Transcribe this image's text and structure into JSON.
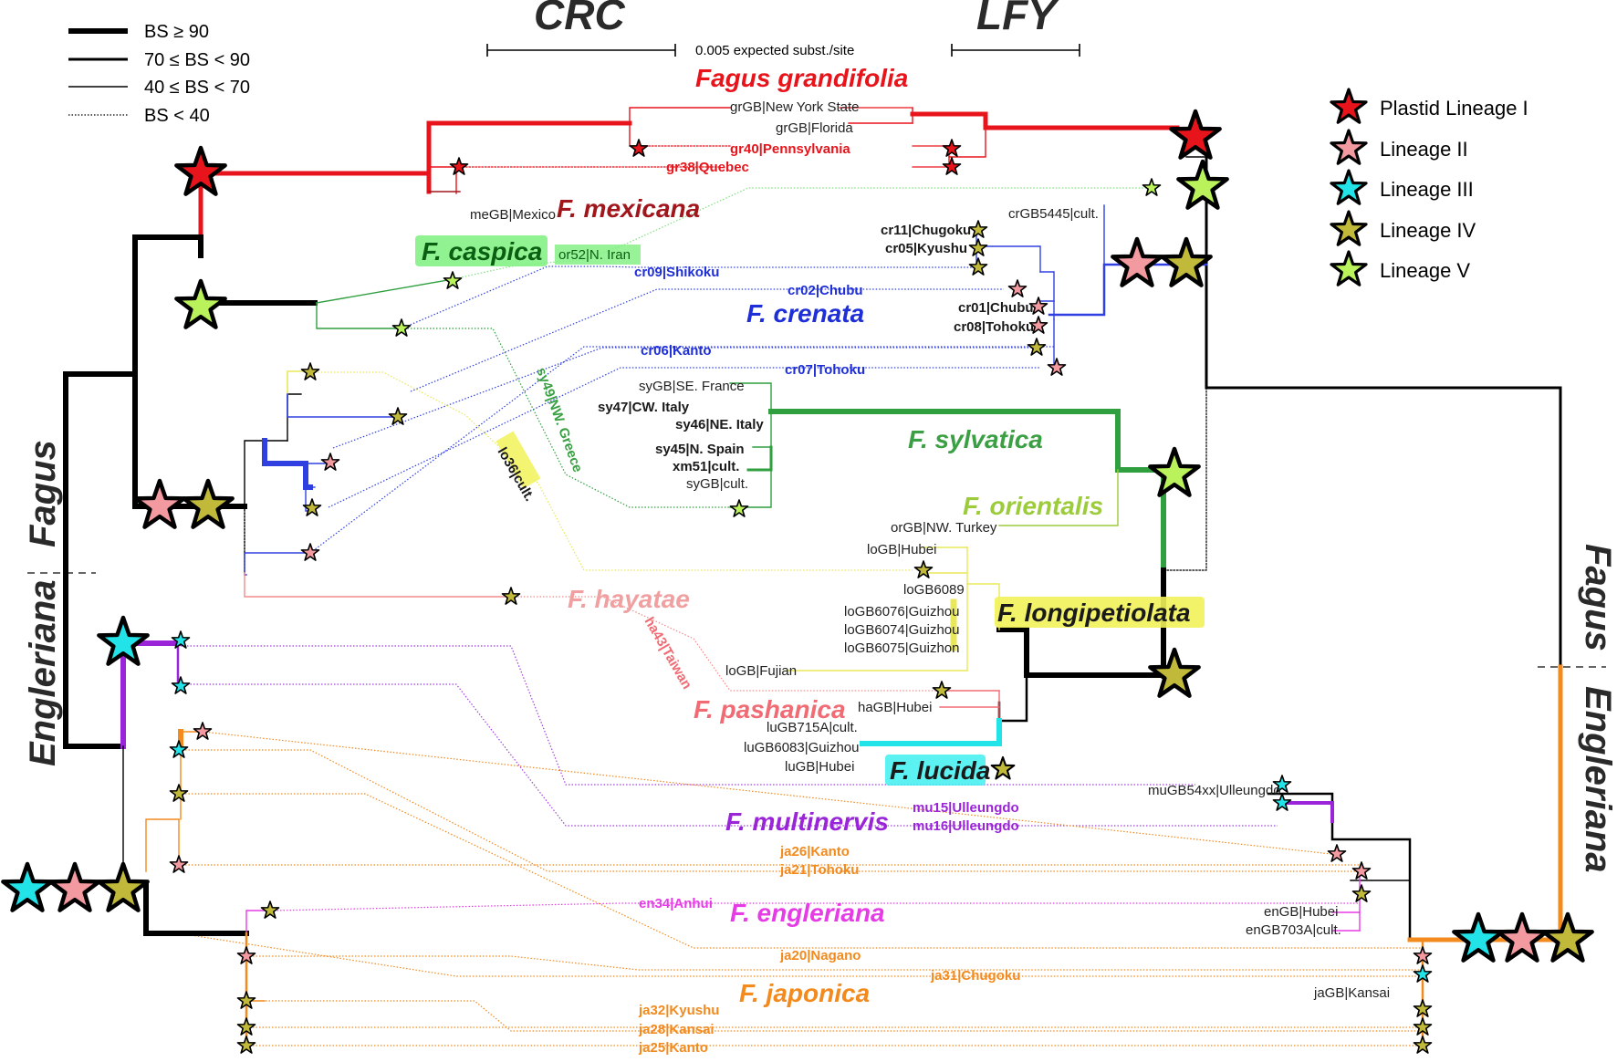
{
  "gene_titles": {
    "left": "CRC",
    "right": "LFY"
  },
  "scale_label": "0.005 expected subst./site",
  "bs_legend": [
    {
      "label": "BS ≥ 90",
      "style": "thick"
    },
    {
      "label": "70 ≤ BS < 90",
      "style": "medium"
    },
    {
      "label": "40 ≤ BS < 70",
      "style": "thin"
    },
    {
      "label": "BS < 40",
      "style": "dotted"
    }
  ],
  "lineage_legend": [
    {
      "label": "Plastid Lineage I",
      "color": "#e8141b"
    },
    {
      "label": "Lineage II",
      "color": "#f39aa0"
    },
    {
      "label": "Lineage III",
      "color": "#22e4e8"
    },
    {
      "label": "Lineage IV",
      "color": "#c0b93a"
    },
    {
      "label": "Lineage V",
      "color": "#b9f25a"
    }
  ],
  "subgenera": {
    "left_top": "Fagus",
    "left_bottom": "Engleriana",
    "right_top": "Fagus",
    "right_bottom": "Engleriana"
  },
  "species": {
    "grandifolia": {
      "name": "Fagus grandifolia",
      "color": "#e8141b"
    },
    "mexicana": {
      "name": "F. mexicana",
      "color": "#a0161c"
    },
    "caspica": {
      "name": "F. caspica",
      "color": "#0f9b1f"
    },
    "crenata": {
      "name": "F. crenata",
      "color": "#1f2fd8"
    },
    "sylvatica": {
      "name": "F. sylvatica",
      "color": "#3aa043"
    },
    "orientalis": {
      "name": "F. orientalis",
      "color": "#9ccb3c"
    },
    "hayatae": {
      "name": "F. hayatae",
      "color": "#f08c8c"
    },
    "longipetiolata": {
      "name": "F. longipetiolata",
      "color": "#1a1a1a"
    },
    "pashanica": {
      "name": "F. pashanica",
      "color": "#f06b73"
    },
    "lucida": {
      "name": "F. lucida",
      "color": "#1a1a1a"
    },
    "multinervis": {
      "name": "F. multinervis",
      "color": "#9a24d8"
    },
    "engleriana": {
      "name": "F. engleriana",
      "color": "#e63ce6"
    },
    "japonica": {
      "name": "F. japonica",
      "color": "#f28a1e"
    }
  },
  "crc_labels": {
    "or52": "or52|N. Iran",
    "sy49": "sy49|NW. Greece",
    "lo36": "lo36|cult.",
    "ha43": "ha43|Taiwan",
    "cr09": "cr09|Shikoku",
    "cr02": "cr02|Chubu",
    "cr06": "cr06|Kanto",
    "cr07": "cr07|Tohoku",
    "en34": "en34|Anhui",
    "meGB": "meGB|Mexico"
  },
  "lfy_labels": {
    "grGB_ny": "grGB|New York State",
    "grGB_fl": "grGB|Florida",
    "gr40": "gr40|Pennsylvania",
    "gr38": "gr38|Quebec",
    "crGB5445": "crGB5445|cult.",
    "cr11": "cr11|Chugoku",
    "cr05": "cr05|Kyushu",
    "cr01": "cr01|Chubu",
    "cr08": "cr08|Tohoku",
    "syGB_fr": "syGB|SE. France",
    "sy47": "sy47|CW. Italy",
    "sy46": "sy46|NE. Italy",
    "sy45": "sy45|N. Spain",
    "xm51": "xm51|cult.",
    "syGB_cult": "syGB|cult.",
    "orGB": "orGB|NW. Turkey",
    "loGB_hubei": "loGB|Hubei",
    "loGB6089": "loGB6089",
    "loGB6076": "loGB6076|Guizhou",
    "loGB6074": "loGB6074|Guizhou",
    "loGB6075": "loGB6075|Guizhon",
    "loGB_fujian": "loGB|Fujian",
    "haGB": "haGB|Hubei",
    "luGB715A": "luGB715A|cult.",
    "luGB6083": "luGB6083|Guizhou",
    "luGB_hubei": "luGB|Hubei",
    "muGB54xx": "muGB54xx|Ulleungdo",
    "mu15": "mu15|Ulleungdo",
    "mu16": "mu16|Ulleungdo",
    "ja26": "ja26|Kanto",
    "ja21": "ja21|Tohoku",
    "enGB_hubei": "enGB|Hubei",
    "enGB703A": "enGB703A|cult.",
    "ja20": "ja20|Nagano",
    "ja31": "ja31|Chugoku",
    "jaGB": "jaGB|Kansai",
    "ja32": "ja32|Kyushu",
    "ja28": "ja28|Kansai",
    "ja25": "ja25|Kanto"
  }
}
